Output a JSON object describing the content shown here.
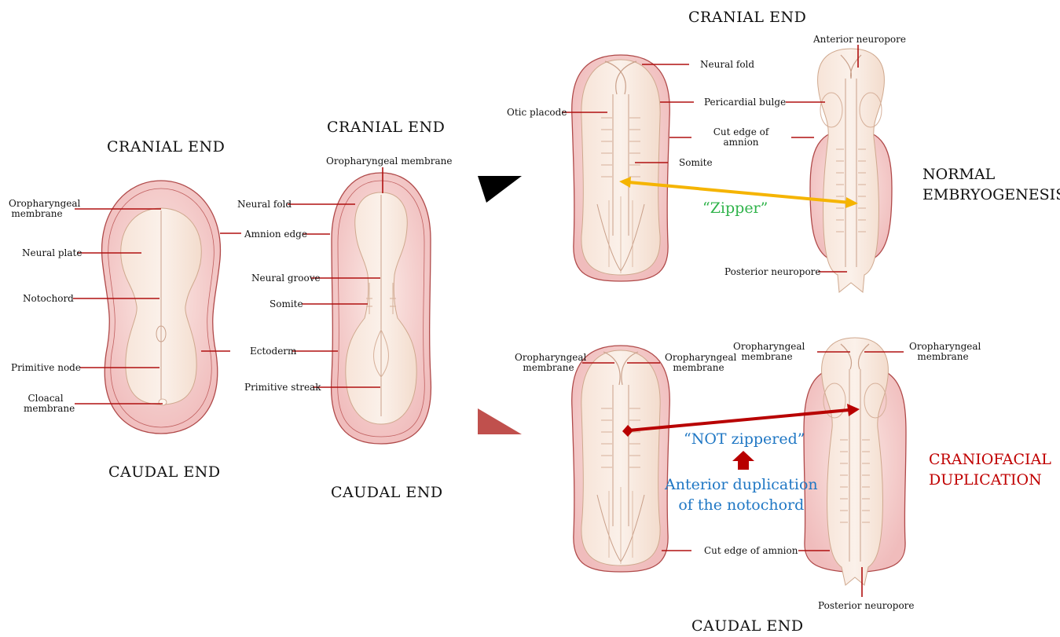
{
  "colors": {
    "label_line": "#b01010",
    "zipper_arrow": "#f5b400",
    "zipper_text": "#2fb34a",
    "duplication_arrow": "#b80000",
    "blue_text": "#1f77c4",
    "red_text": "#c00000",
    "embryo_outer": "#f2c2c2",
    "embryo_inner": "#f7e7dc"
  },
  "left_panel": {
    "embryo1": {
      "top": "CRANIAL  END",
      "bottom": "CAUDAL  END",
      "labels": {
        "oropharyngeal": "Oropharyngeal\nmembrane",
        "neural_plate": "Neural plate",
        "notochord": "Notochord",
        "primitive_node": "Primitive node",
        "cloacal": "Cloacal\nmembrane"
      }
    },
    "embryo2": {
      "top": "CRANIAL  END",
      "bottom": "CAUDAL  END",
      "labels": {
        "oropharyngeal": "Oropharyngeal membrane",
        "neural_fold": "Neural fold",
        "amnion_edge": "Amnion edge",
        "neural_groove": "Neural groove",
        "somite": "Somite",
        "ectoderm": "Ectoderm",
        "primitive_streak": "Primitive streak"
      }
    }
  },
  "top_right": {
    "top": "CRANIAL  END",
    "labels": {
      "anterior_neuropore": "Anterior neuropore",
      "neural_fold": "Neural fold",
      "otic_placode": "Otic placode",
      "pericardial_bulge": "Pericardial bulge",
      "cut_edge": "Cut edge of\namnion",
      "somite": "Somite",
      "posterior_neuropore": "Posterior neuropore"
    },
    "zipper": "“Zipper”",
    "outcome": "NORMAL\nEMBRYOGENESIS"
  },
  "bottom_right": {
    "bottom": "CAUDAL  END",
    "labels": {
      "oro_left_a": "Oropharyngeal\nmembrane",
      "oro_left_b": "Oropharyngeal\nmembrane",
      "oro_right_a": "Oropharyngeal\nmembrane",
      "oro_right_b": "Oropharyngeal\nmembrane",
      "cut_edge": "Cut edge of amnion",
      "posterior_neuropore": "Posterior neuropore"
    },
    "not_zippered": "“NOT zippered”",
    "cause": "Anterior duplication\nof the notochord",
    "outcome": "CRANIOFACIAL\nDUPLICATION"
  }
}
